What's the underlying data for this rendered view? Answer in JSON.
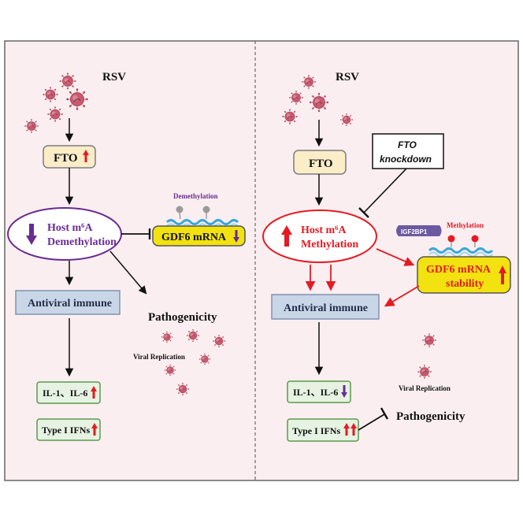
{
  "colors": {
    "panel_bg": "#fbeef0",
    "border": "#666666",
    "fto_fill": "#fbedc8",
    "fto_stroke": "#7d7d7d",
    "demethylation_purple": "#6a2c91",
    "methylation_red": "#e41b23",
    "gdf6_fill": "#f2e210",
    "blue_box_fill": "#c9d6e7",
    "blue_box_stroke": "#7f93b1",
    "green_box_fill": "#e6f2e2",
    "green_box_stroke": "#5a9a4c",
    "virus": "#b5455a",
    "arrow": "#111111",
    "igf2bp1": "#6b5aa1"
  },
  "left": {
    "virus_label": "RSV",
    "fto_label": "FTO",
    "fto_arrow_icon": "up-arrow-red",
    "host_label": "Host  m⁶A",
    "demethylation_label": "Demethylation",
    "mrna_annotation": "Demethylation",
    "gdf6_label": "GDF6 mRNA",
    "gdf6_arrow_icon": "down-arrow-purple",
    "antiviral_label": "Antiviral immune",
    "pathogenicity_label": "Pathogenicity",
    "viral_replication_label": "Viral Replication",
    "il_label": "IL-1、IL-6",
    "il_arrow_icon": "up-arrow-red",
    "ifn_label": "Type I IFNs",
    "ifn_arrow_icon": "up-arrow-red"
  },
  "right": {
    "virus_label": "RSV",
    "fto_label": "FTO",
    "knockdown_label_1": "FTO",
    "knockdown_label_2": "knockdown",
    "host_label": "Host  m⁶A",
    "methylation_label": "Methylation",
    "igf2bp1_label": "IGF2BP1",
    "mrna_annotation": "Methylation",
    "gdf6_label": "GDF6 mRNA",
    "gdf6_sublabel": "stability",
    "gdf6_arrow_icon": "up-arrow-red",
    "antiviral_label": "Antiviral immune",
    "il_label": "IL-1、IL-6",
    "il_arrow_icon": "down-arrow-purple",
    "ifn_label": "Type I IFNs",
    "ifn_arrow_icon": "double-up-arrow-red",
    "viral_replication_label": "Viral Replication",
    "pathogenicity_label": "Pathogenicity"
  }
}
